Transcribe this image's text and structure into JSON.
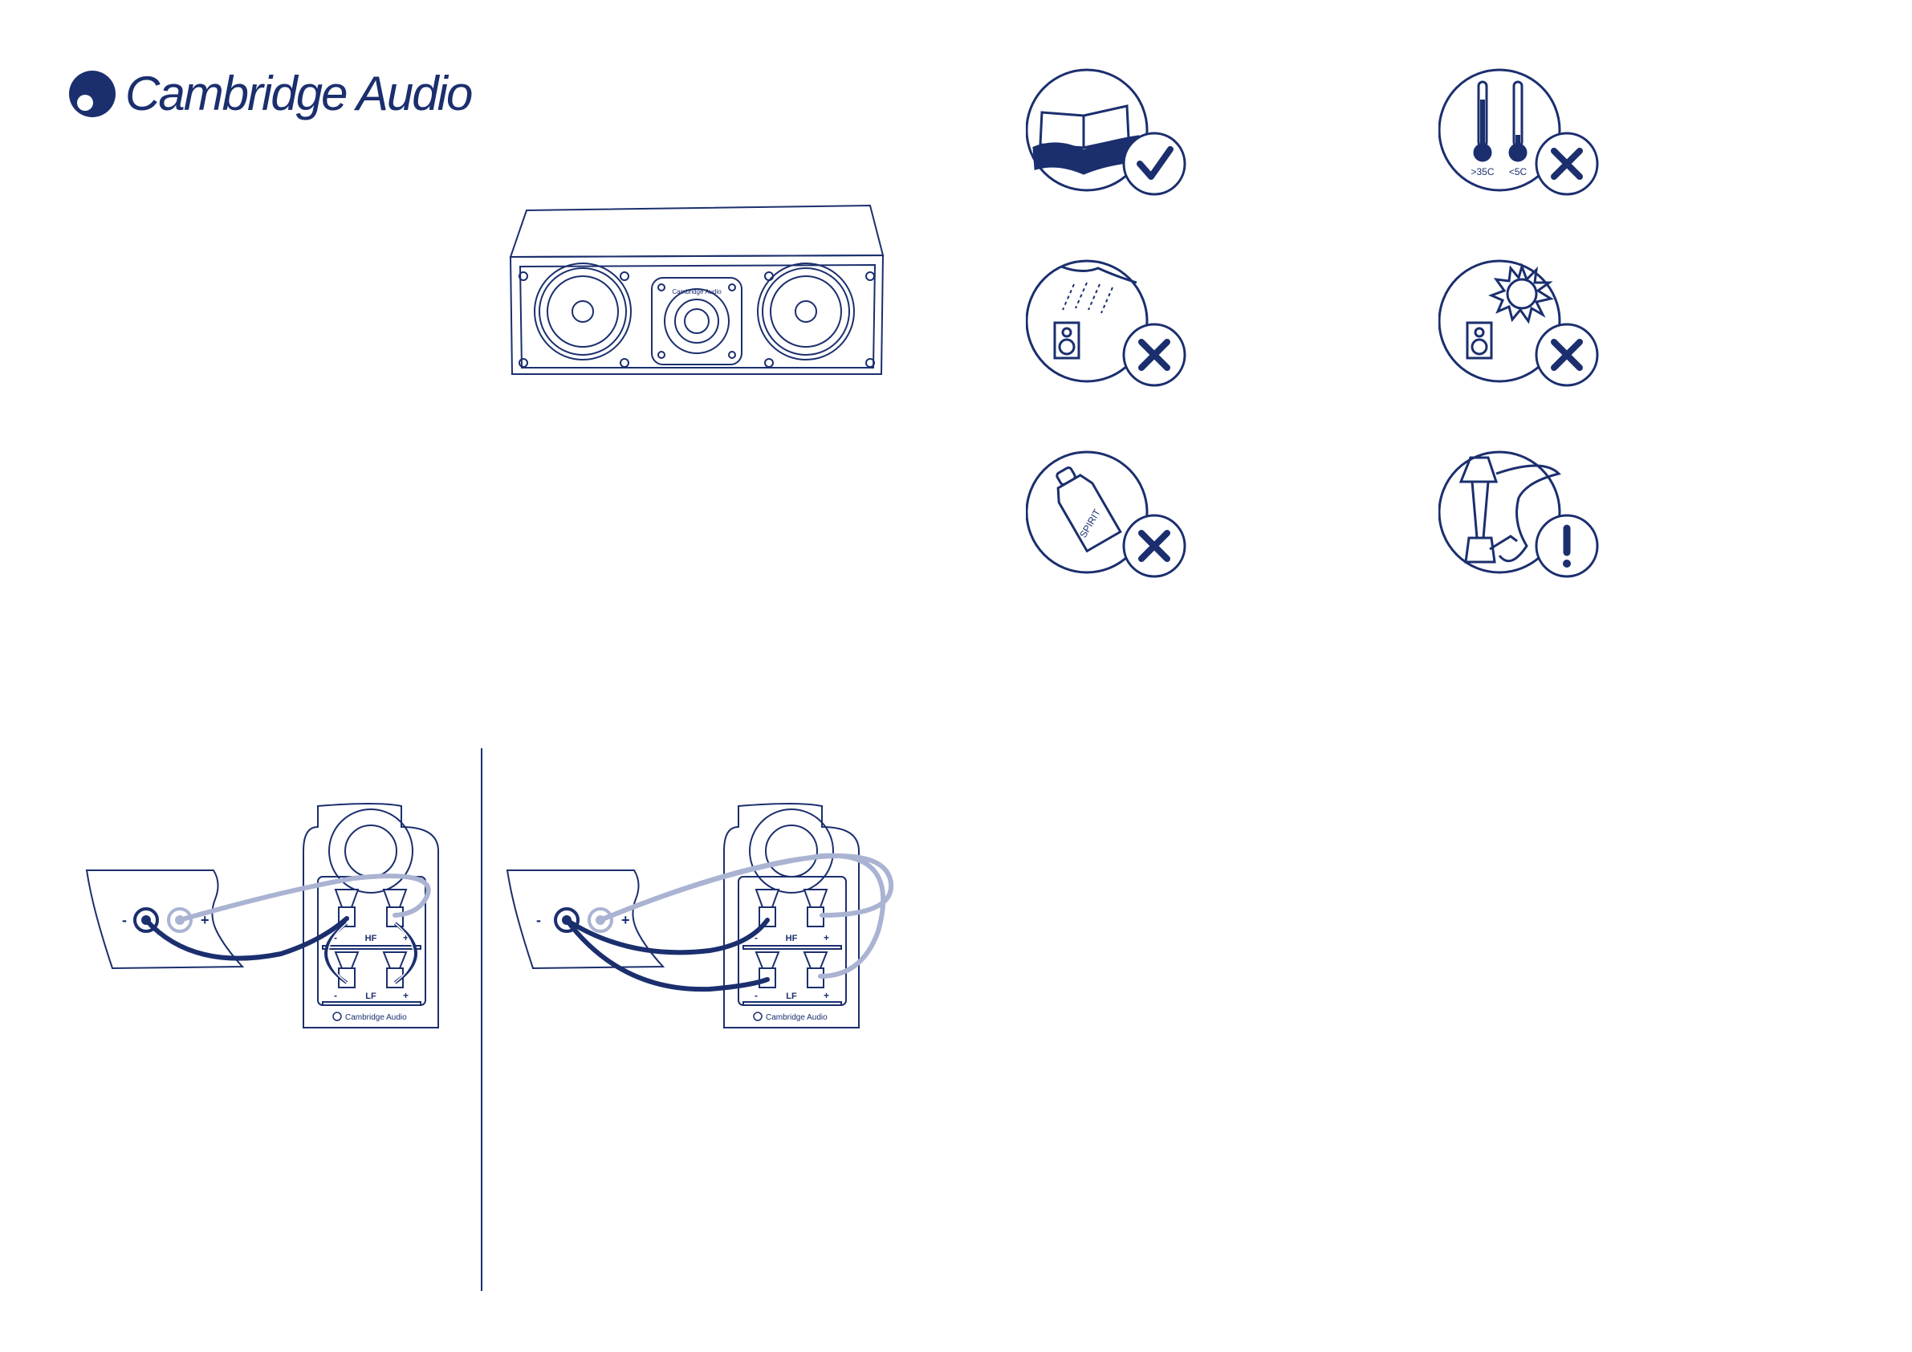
{
  "brand": {
    "name": "Cambridge Audio",
    "color_primary": "#1b2f6e",
    "color_light_cable": "#aab3d2"
  },
  "speaker_front": {
    "badge": "Cambridge Audio"
  },
  "icons": [
    {
      "name": "manual",
      "status": "check"
    },
    {
      "name": "thermometers",
      "status": "cross",
      "labels": [
        ">35C",
        "<5C"
      ]
    },
    {
      "name": "rain",
      "status": "cross"
    },
    {
      "name": "sunlight",
      "status": "cross"
    },
    {
      "name": "spirit",
      "status": "cross",
      "bottle_label": "SPIRIT"
    },
    {
      "name": "spike-floor",
      "status": "warning"
    }
  ],
  "wiring": {
    "single": {
      "amp_minus": "-",
      "amp_plus": "+",
      "hf": "HF",
      "lf": "LF",
      "t_minus": "-",
      "t_plus": "+",
      "badge": "Cambridge Audio"
    },
    "bi": {
      "amp_minus": "-",
      "amp_plus": "+",
      "hf": "HF",
      "lf": "LF",
      "t_minus": "-",
      "t_plus": "+",
      "badge": "Cambridge Audio"
    }
  }
}
